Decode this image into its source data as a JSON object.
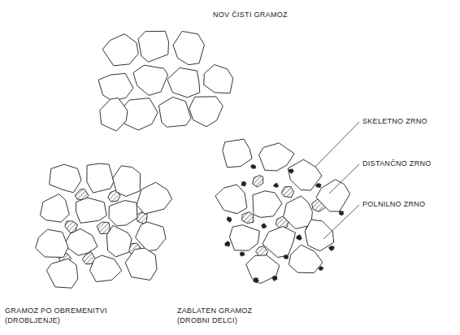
{
  "diagram": {
    "labels": [
      "NOV ČISTI GRAMOZ",
      "SKELETNO ZRNO",
      "DISTANČNO ZRNO",
      "POLNILNO ZRNO",
      "GRAMOZ PO OBREMENITVI (DROBLJENJE)",
      "ZABLATEN GRAMOZ (DROBNI DELCI)"
    ]
  }
}
